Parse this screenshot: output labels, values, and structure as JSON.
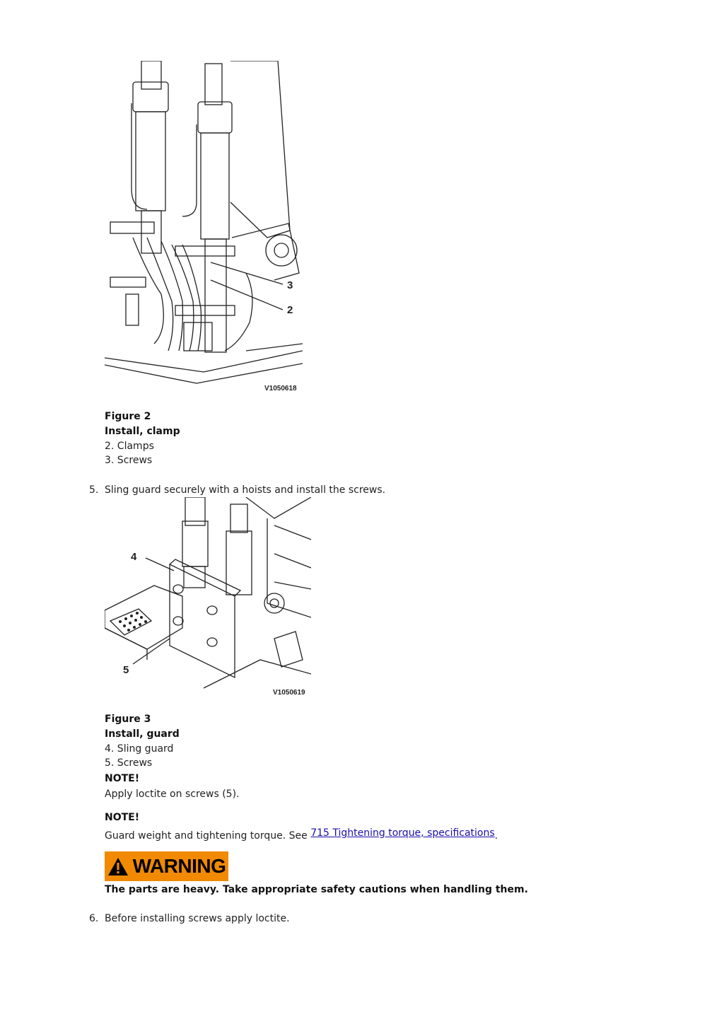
{
  "figure2": {
    "code": "V1050618",
    "callouts": [
      "3",
      "2"
    ],
    "caption_title": "Figure 2",
    "caption_subtitle": "Install, clamp",
    "items": [
      "2. Clamps",
      "3. Screws"
    ]
  },
  "step5": {
    "number": "5.",
    "text": "Sling guard securely with a hoists and install the screws."
  },
  "figure3": {
    "code": "V1050619",
    "callouts": [
      "4",
      "5"
    ],
    "caption_title": "Figure 3",
    "caption_subtitle": "Install, guard",
    "items": [
      "4. Sling guard",
      "5. Screws"
    ]
  },
  "note1": {
    "label": "NOTE!",
    "text": "Apply loctite on screws (5)."
  },
  "note2": {
    "label": "NOTE!",
    "text": "Guard weight and tightening torque. See",
    "link": "715 Tightening torque, specifications",
    "trailing": "."
  },
  "warning": {
    "badge": "WARNING",
    "badge_color": "#f18a00",
    "text": "The parts are heavy. Take appropriate safety cautions when handling them."
  },
  "step6": {
    "number": "6.",
    "text": "Before installing screws apply loctite."
  }
}
